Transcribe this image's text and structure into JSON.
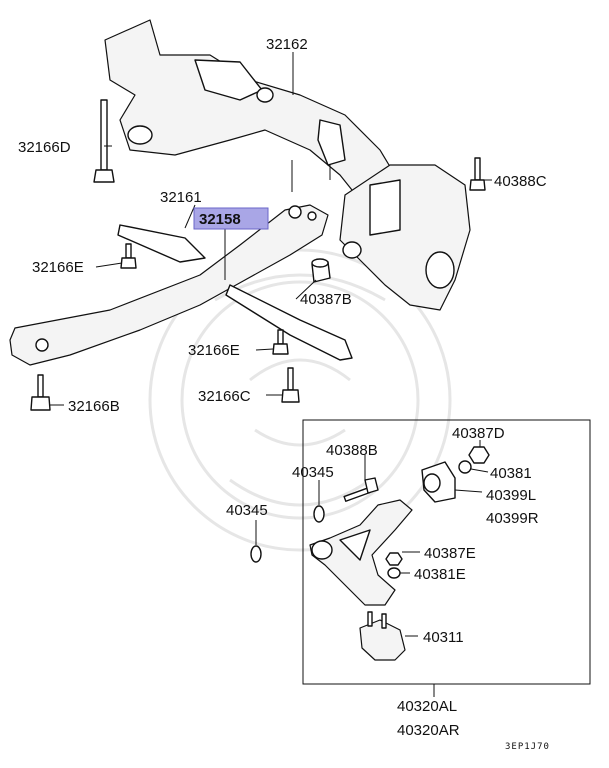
{
  "labels": {
    "l32162": "32162",
    "l32166D": "32166D",
    "l40388C": "40388C",
    "l32161": "32161",
    "l32158": "32158",
    "l32166E_a": "32166E",
    "l40387B": "40387B",
    "l32166E_b": "32166E",
    "l32166C": "32166C",
    "l32166B": "32166B",
    "l40387D": "40387D",
    "l40388B": "40388B",
    "l40345_a": "40345",
    "l40381_a": "40381",
    "l40399L": "40399L",
    "l40399R": "40399R",
    "l40345_b": "40345",
    "l40387E": "40387E",
    "l40381E": "40381E",
    "l40311": "40311",
    "l40320AL": "40320AL",
    "l40320AR": "40320AR",
    "code": "3EP1J70"
  },
  "colors": {
    "highlight": "#a9a6e6",
    "highlight_border": "#6a66c8"
  }
}
